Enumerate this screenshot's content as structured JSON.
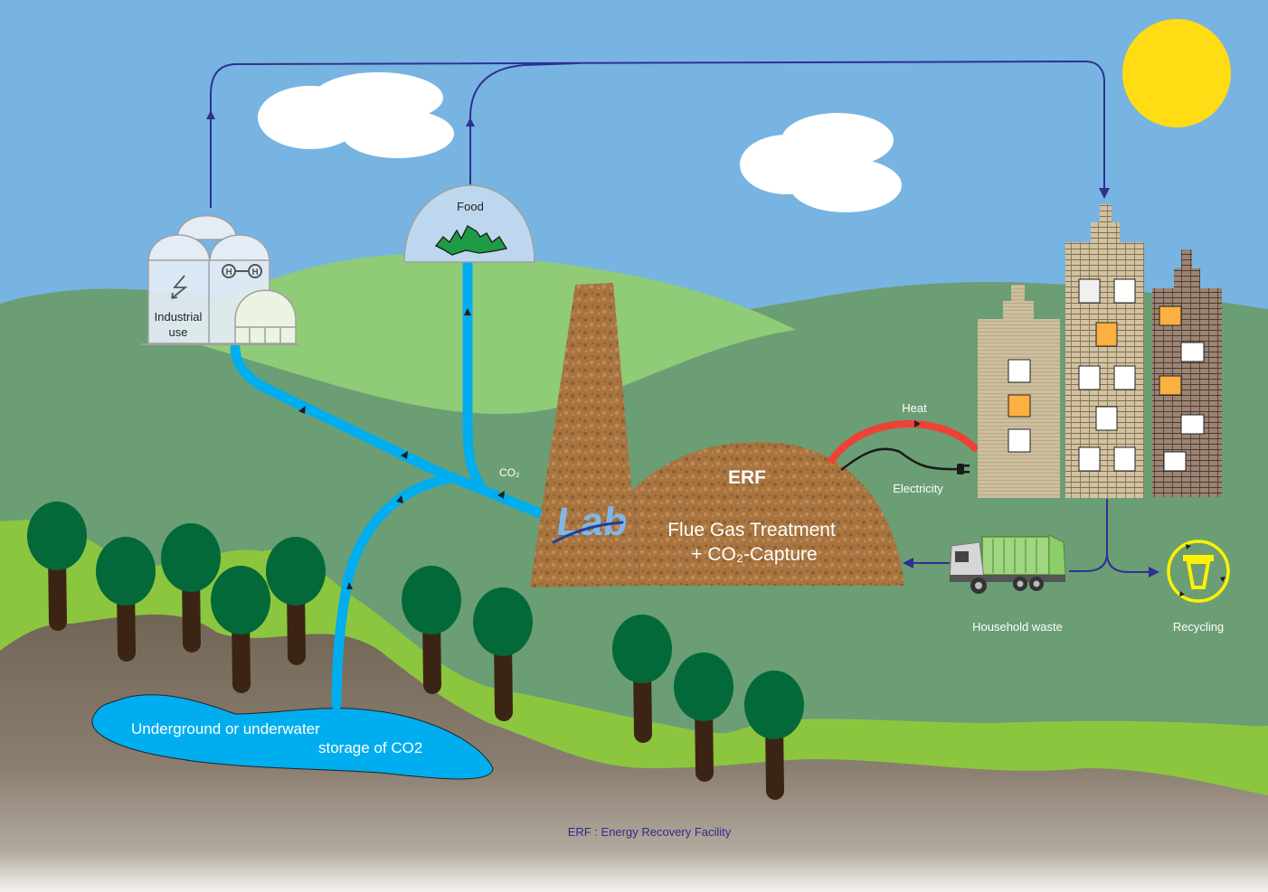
{
  "diagram": {
    "type": "process-illustration",
    "nodes": {
      "industrial": {
        "label_line1": "Industrial",
        "label_line2": "use",
        "icons": [
          "lightning-icon",
          "hydrogen-molecule-icon"
        ]
      },
      "food": {
        "label": "Food"
      },
      "erf": {
        "title": "ERF",
        "line1": "Flue Gas Treatment",
        "line2": "+ CO₂-Capture"
      },
      "lab": {
        "logo": "Lab"
      },
      "storage": {
        "line1": "Underground or underwater",
        "line2": "storage of CO2"
      },
      "household": {
        "label": "Household waste"
      },
      "recycling": {
        "label": "Recycling"
      }
    },
    "flows": {
      "co2": {
        "label": "CO₂"
      },
      "heat": {
        "label": "Heat"
      },
      "electricity": {
        "label": "Electricity"
      }
    },
    "edges": [
      {
        "from": "erf",
        "to": "industrial",
        "via": "co2"
      },
      {
        "from": "erf",
        "to": "food",
        "via": "co2"
      },
      {
        "from": "erf",
        "to": "storage",
        "via": "co2"
      },
      {
        "from": "industrial",
        "to": "buildings"
      },
      {
        "from": "food",
        "to": "buildings"
      },
      {
        "from": "erf",
        "to": "buildings",
        "via": "heat"
      },
      {
        "from": "erf",
        "to": "buildings",
        "via": "electricity"
      },
      {
        "from": "buildings",
        "to": "household"
      },
      {
        "from": "buildings",
        "to": "recycling"
      },
      {
        "from": "household",
        "to": "erf"
      }
    ],
    "footnote": "ERF : Energy Recovery Facility"
  },
  "colors": {
    "sky": "#78b4e1",
    "sun": "#ffdc14",
    "hill_light": "#90cb78",
    "hill_dark": "#6b9e74",
    "grass": "#8cc63f",
    "soil": "#716556",
    "pipe": "#00aeef",
    "arrow_line": "#2e3192",
    "heat": "#ef4136",
    "erf_brown": "#a8743f",
    "tree_crown": "#036938",
    "tree_trunk": "#3c2415",
    "window_lit": "#fbb040",
    "recycle_yellow": "#fff200",
    "lab_logo": "#7fb8e6"
  }
}
